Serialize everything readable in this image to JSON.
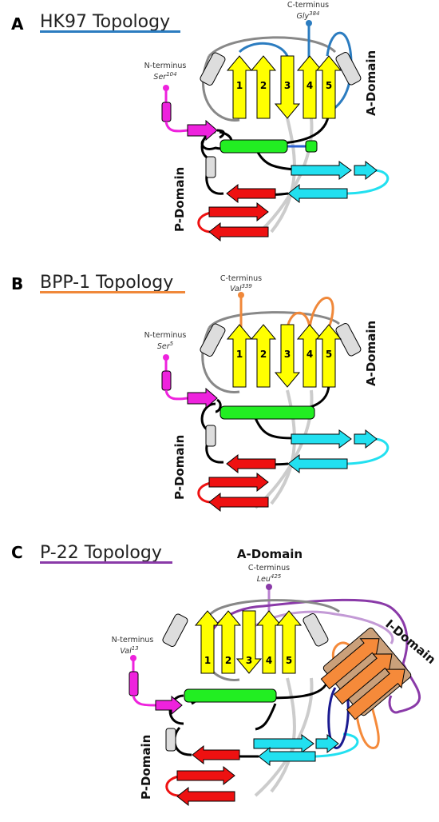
{
  "panels": [
    {
      "label": "A",
      "title": "HK97 Topology",
      "underline_color": "#2b7cc0",
      "n_terminus": {
        "label": "N-terminus",
        "residue": "Ser",
        "number": "104"
      },
      "c_terminus": {
        "label": "C-terminus",
        "residue": "Gly",
        "number": "384"
      },
      "domains": {
        "a": "A-Domain",
        "p": "P-Domain"
      },
      "strands": [
        "1",
        "2",
        "3",
        "4",
        "5"
      ]
    },
    {
      "label": "B",
      "title": "BPP-1 Topology",
      "underline_color": "#f0883a",
      "n_terminus": {
        "label": "N-terminus",
        "residue": "Ser",
        "number": "5"
      },
      "c_terminus": {
        "label": "C-terminus",
        "residue": "Val",
        "number": "339"
      },
      "domains": {
        "a": "A-Domain",
        "p": "P-Domain"
      },
      "strands": [
        "1",
        "2",
        "3",
        "4",
        "5"
      ]
    },
    {
      "label": "C",
      "title": "P-22 Topology",
      "underline_color": "#8a3aa8",
      "n_terminus": {
        "label": "N-terminus",
        "residue": "Val",
        "number": "13"
      },
      "c_terminus": {
        "label": "C-terminus",
        "residue": "Leu",
        "number": "425"
      },
      "domains": {
        "a": "A-Domain",
        "p": "P-Domain",
        "i": "I-Domain"
      },
      "strands": [
        "1",
        "2",
        "3",
        "4",
        "5"
      ]
    }
  ],
  "colors": {
    "strand_yellow": "#ffff00",
    "helix_green": "#22ee22",
    "strand_cyan": "#22e0f0",
    "strand_red": "#ee1111",
    "n_term_magenta": "#ee22dd",
    "i_domain_orange": "#f58a3a",
    "i_domain_brown": "#caa07a",
    "loop_gray": "#888888",
    "loop_black": "#000000"
  }
}
